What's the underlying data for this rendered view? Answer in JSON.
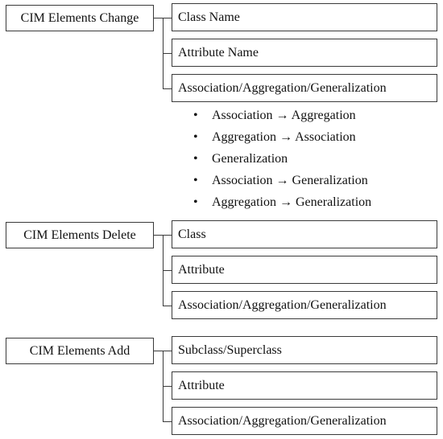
{
  "groups": [
    {
      "label": "CIM Elements Change",
      "items": [
        "Class Name",
        "Attribute Name",
        "Association/Aggregation/Generalization"
      ],
      "sub_bullets": [
        "Association → Aggregation",
        "Aggregation → Association",
        "Generalization",
        "Association → Generalization",
        "Aggregation → Generalization"
      ]
    },
    {
      "label": "CIM Elements Delete",
      "items": [
        "Class",
        "Attribute",
        "Association/Aggregation/Generalization"
      ]
    },
    {
      "label": "CIM Elements Add",
      "items": [
        "Subclass/Superclass",
        "Attribute",
        "Association/Aggregation/Generalization"
      ]
    }
  ]
}
